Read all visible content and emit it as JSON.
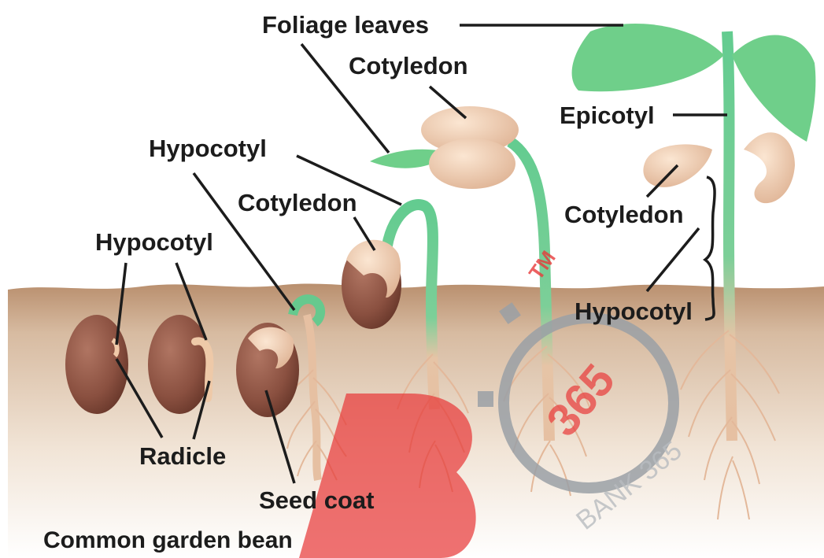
{
  "labels": {
    "foliage_leaves": "Foliage leaves",
    "cotyledon_top": "Cotyledon",
    "epicotyl": "Epicotyl",
    "hypocotyl_mid": "Hypocotyl",
    "cotyledon_mid": "Cotyledon",
    "cotyledon_right": "Cotyledon",
    "hypocotyl_left": "Hypocotyl",
    "hypocotyl_right": "Hypocotyl",
    "radicle": "Radicle",
    "seed_coat": "Seed coat"
  },
  "caption": "Common garden bean",
  "watermark": {
    "text": "BANK 365",
    "trademark": "TM",
    "number": "365"
  },
  "colors": {
    "soil": "#c9a88a",
    "seed": "#8a5040",
    "cotyledon": "#eec9a8",
    "stem": "#66c98e",
    "leaf": "#6fcf8a",
    "root": "#e6c0a2",
    "watermark_red": "#e83a3a",
    "watermark_gray": "#9aa0a6"
  }
}
